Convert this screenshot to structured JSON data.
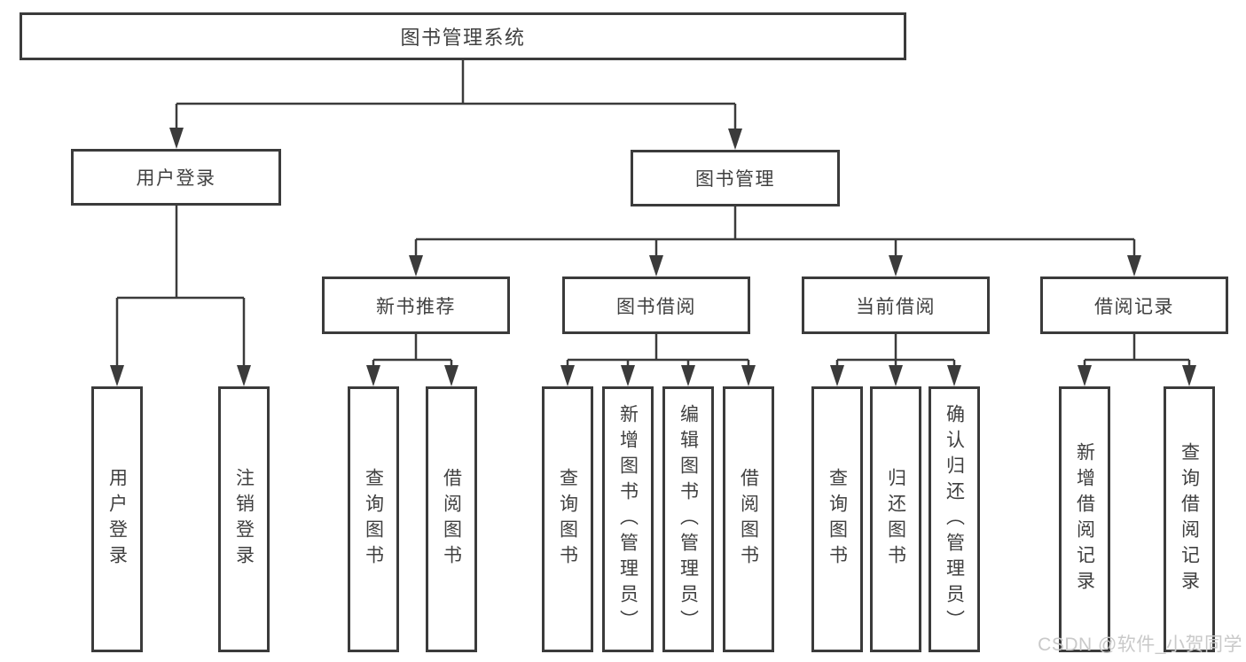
{
  "root": {
    "label": "图书管理系统"
  },
  "branches": [
    {
      "label": "用户登录",
      "children": [
        {
          "label": "用户登录"
        },
        {
          "label": "注销登录"
        }
      ]
    },
    {
      "label": "图书管理",
      "children": [
        {
          "label": "新书推荐",
          "children": [
            {
              "label": "查询图书"
            },
            {
              "label": "借阅图书"
            }
          ]
        },
        {
          "label": "图书借阅",
          "children": [
            {
              "label": "查询图书"
            },
            {
              "label": "新增图书（管理员）"
            },
            {
              "label": "编辑图书（管理员）"
            },
            {
              "label": "借阅图书"
            }
          ]
        },
        {
          "label": "当前借阅",
          "children": [
            {
              "label": "查询图书"
            },
            {
              "label": "归还图书"
            },
            {
              "label": "确认归还（管理员）"
            }
          ]
        },
        {
          "label": "借阅记录",
          "children": [
            {
              "label": "新增借阅记录"
            },
            {
              "label": "查询借阅记录"
            }
          ]
        }
      ]
    }
  ],
  "watermark": {
    "text": "CSDN @软件_小贺同学"
  },
  "colors": {
    "line": "#3b3b3b",
    "text": "#404040",
    "background": "#ffffff",
    "watermark": "#c9c9c9"
  }
}
